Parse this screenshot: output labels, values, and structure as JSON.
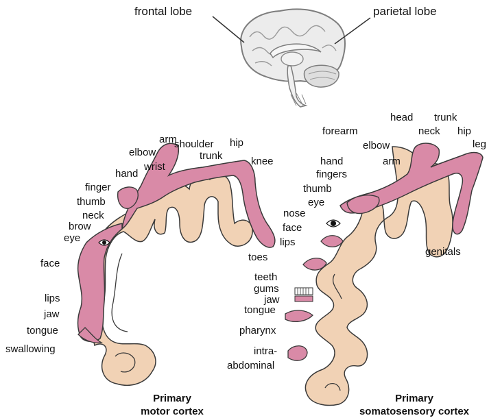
{
  "colors": {
    "homunculus": "#d98aa7",
    "cortex": "#f1d2b5",
    "outline": "#3a3a3a",
    "brain_fill": "#ededed",
    "brain_line": "#8a8a8a"
  },
  "brain": {
    "label_frontal": "frontal lobe",
    "label_parietal": "parietal lobe"
  },
  "motor": {
    "caption_line1": "Primary",
    "caption_line2": "motor cortex",
    "labels": {
      "arm": "arm",
      "shoulder": "shoulder",
      "hip": "hip",
      "elbow": "elbow",
      "trunk": "trunk",
      "wrist": "wrist",
      "knee": "knee",
      "hand": "hand",
      "finger": "finger",
      "thumb": "thumb",
      "neck": "neck",
      "brow": "brow",
      "eye": "eye",
      "face": "face",
      "toes": "toes",
      "lips": "lips",
      "jaw": "jaw",
      "tongue": "tongue",
      "swallowing": "swallowing"
    }
  },
  "somatosensory": {
    "caption_line1": "Primary",
    "caption_line2": "somatosensory cortex",
    "labels": {
      "head": "head",
      "trunk": "trunk",
      "forearm": "forearm",
      "neck": "neck",
      "hip": "hip",
      "leg": "leg",
      "elbow": "elbow",
      "hand": "hand",
      "arm": "arm",
      "fingers": "fingers",
      "thumb": "thumb",
      "eye": "eye",
      "nose": "nose",
      "face": "face",
      "lips": "lips",
      "genitals": "genitals",
      "teeth": "teeth",
      "gums": "gums",
      "jaw": "jaw",
      "tongue": "tongue",
      "pharynx": "pharynx",
      "intra": "intra-",
      "abdominal": "abdominal"
    }
  }
}
